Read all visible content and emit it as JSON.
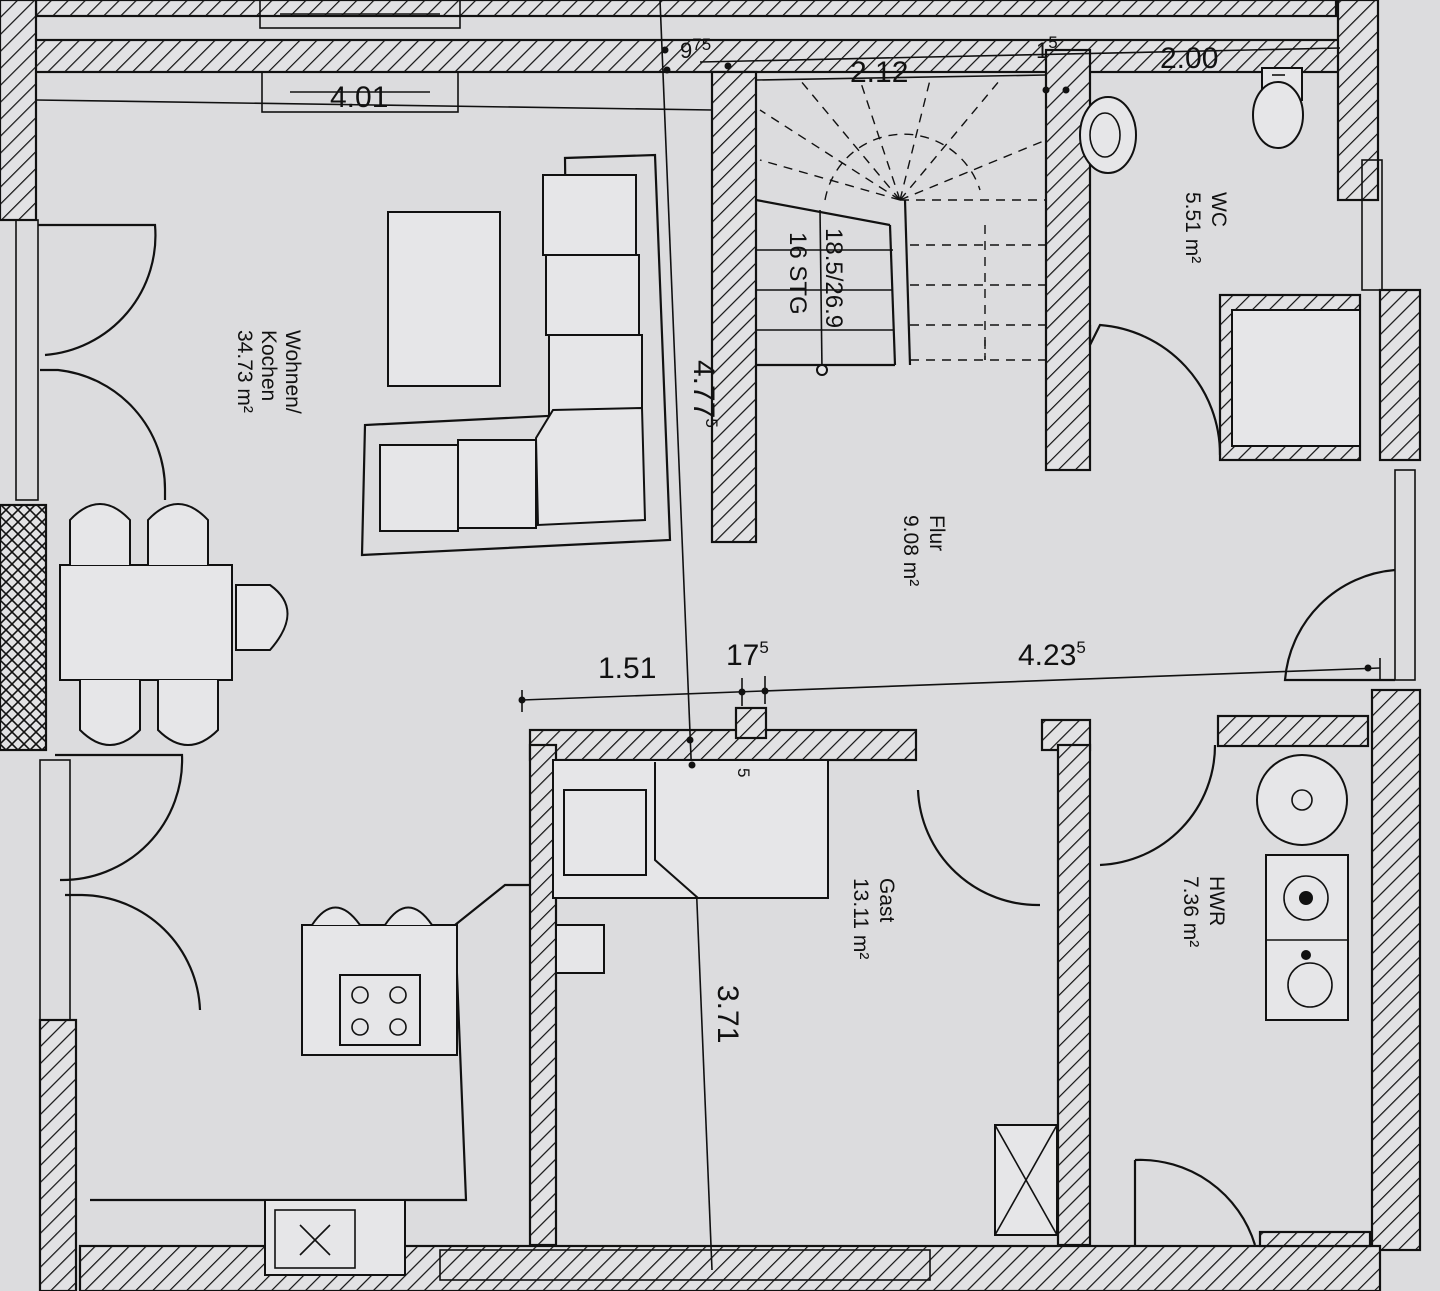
{
  "rooms": {
    "wohnen": {
      "name_line1": "Wohnen/",
      "name_line2": "Kochen",
      "area": "34.73 m²"
    },
    "flur": {
      "name": "Flur",
      "area": "9.08 m²"
    },
    "wc": {
      "name": "WC",
      "area": "5.51 m²"
    },
    "gast": {
      "name": "Gast",
      "area": "13.11 m²"
    },
    "hwr": {
      "name": "HWR",
      "area": "7.36 m²"
    }
  },
  "stair": {
    "rise_run": "18.5/26.9",
    "steps": "16 STG"
  },
  "dimensions": {
    "top_left": "4.01",
    "stair_width": "2.12",
    "wc_width": "2.00",
    "small_top": "1",
    "small_top_sup": "5",
    "left_top_small": "9",
    "left_top_small_sup": "75",
    "flur_height": "4.77",
    "flur_height_sup": "5",
    "horizontal_left": "1.51",
    "wall_thickness": "17",
    "wall_thickness_sup": "5",
    "horizontal_right": "4.23",
    "horizontal_right_sup": "5",
    "gast_height": "3.71",
    "small_mid_sup": "5"
  }
}
